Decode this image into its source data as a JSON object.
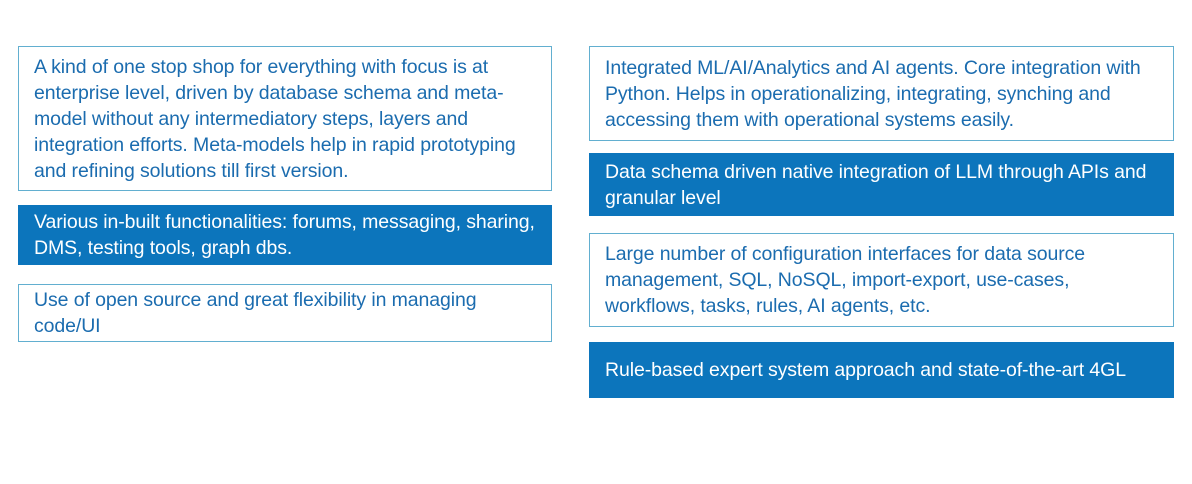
{
  "theme": {
    "background": "#ffffff",
    "accent_fill": "#0C75BC",
    "outline_border": "#62AFD0",
    "outline_text": "#1B6CAF",
    "solid_text": "#FFFFFF"
  },
  "columns": [
    {
      "name": "left-column",
      "cards": [
        {
          "style": "outline",
          "text": "A kind of one stop shop for everything with focus is at enterprise level, driven by database schema and meta-model without any intermediatory steps, layers and integration efforts. Meta-models help in rapid prototyping and refining solutions till first version."
        },
        {
          "style": "solid",
          "text": "Various in-built functionalities: forums, messaging, sharing, DMS, testing tools, graph dbs."
        },
        {
          "style": "outline",
          "text": "Use of open source and great flexibility in managing code/UI"
        }
      ]
    },
    {
      "name": "right-column",
      "cards": [
        {
          "style": "outline",
          "text": "Integrated ML/AI/Analytics and AI agents. Core integration with Python. Helps in operationalizing, integrating, synching and accessing them with operational systems easily."
        },
        {
          "style": "solid",
          "text": "Data schema driven native integration of LLM through APIs and granular level"
        },
        {
          "style": "outline",
          "text": "Large number of configuration interfaces for data source management, SQL, NoSQL, import-export, use-cases, workflows, tasks, rules, AI agents, etc."
        },
        {
          "style": "solid",
          "text": "Rule-based expert system approach and state-of-the-art 4GL"
        }
      ]
    }
  ]
}
